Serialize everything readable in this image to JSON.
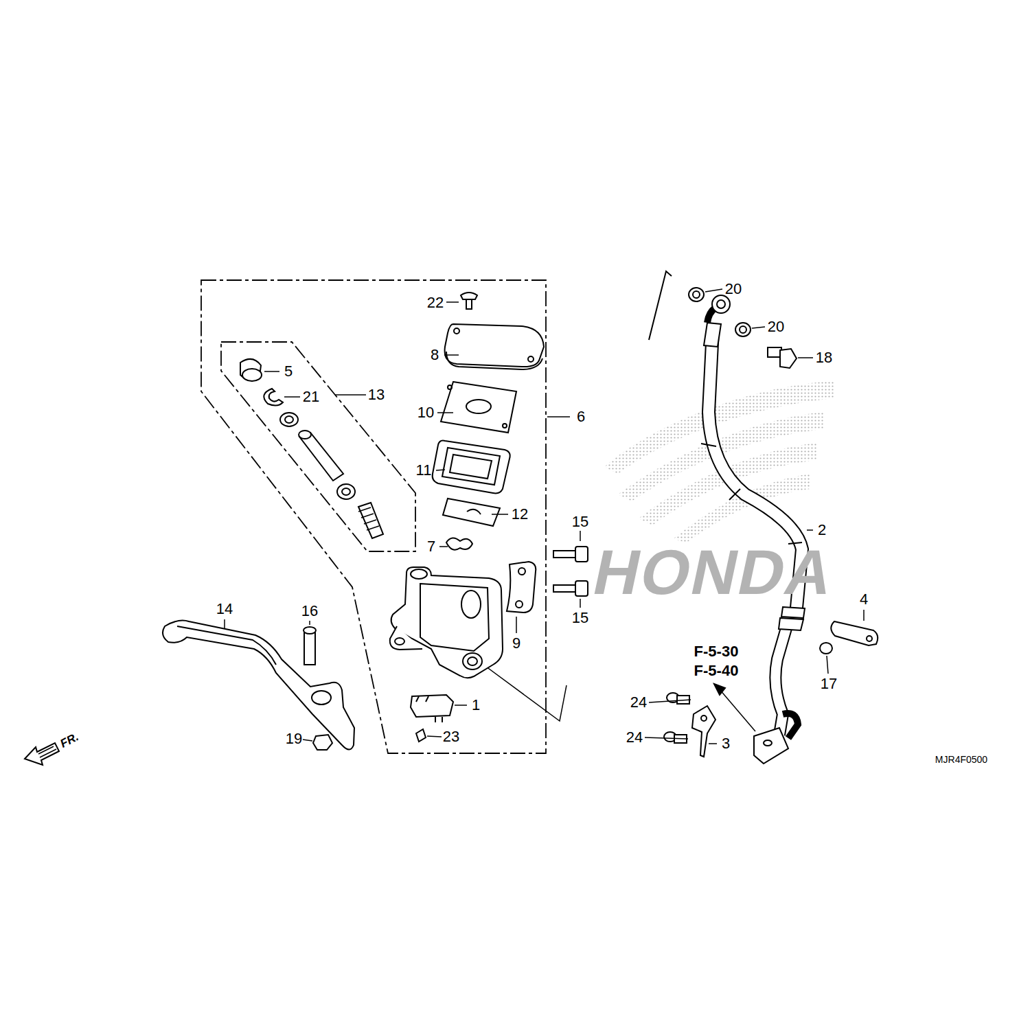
{
  "diagram": {
    "labels": [
      "HONDA",
      "22",
      "8",
      "10",
      "11",
      "12",
      "7",
      "6",
      "5",
      "21",
      "13",
      "15",
      "15",
      "9",
      "14",
      "16",
      "1",
      "23",
      "19",
      "20",
      "20",
      "18",
      "2",
      "4",
      "17",
      "24",
      "24",
      "3",
      "F-5-30",
      "F-5-40",
      "MJR4F0500",
      "FR."
    ]
  }
}
